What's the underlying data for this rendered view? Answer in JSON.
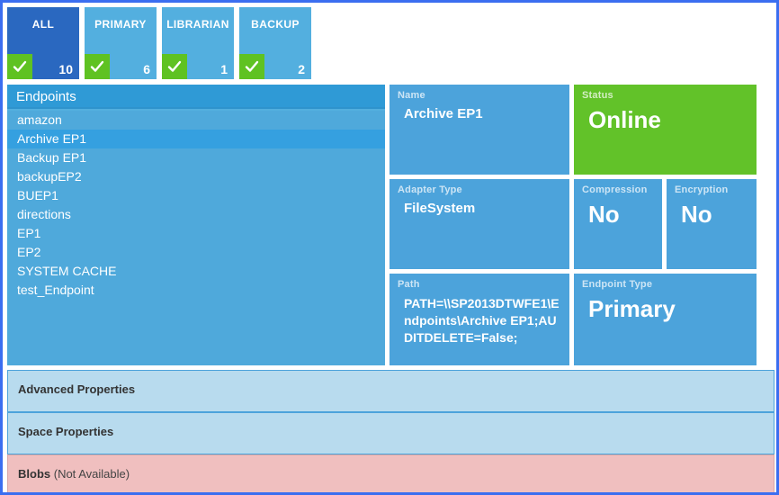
{
  "filter_tabs": [
    {
      "label": "ALL",
      "count": "10",
      "active": true,
      "check_icon": "check-icon"
    },
    {
      "label": "PRIMARY",
      "count": "6",
      "active": false,
      "check_icon": "check-icon"
    },
    {
      "label": "LIBRARIAN",
      "count": "1",
      "active": false,
      "check_icon": "check-icon"
    },
    {
      "label": "BACKUP",
      "count": "2",
      "active": false,
      "check_icon": "check-icon"
    }
  ],
  "endpoints_panel": {
    "header": "Endpoints",
    "selected": "Archive EP1",
    "items": [
      "amazon",
      "Archive EP1",
      "Backup EP1",
      "backupEP2",
      "BUEP1",
      "directions",
      "EP1",
      "EP2",
      "SYSTEM CACHE",
      "test_Endpoint"
    ]
  },
  "details": {
    "name": {
      "label": "Name",
      "value": "Archive EP1"
    },
    "status": {
      "label": "Status",
      "value": "Online"
    },
    "adapter_type": {
      "label": "Adapter Type",
      "value": "FileSystem"
    },
    "compression": {
      "label": "Compression",
      "value": "No"
    },
    "encryption": {
      "label": "Encryption",
      "value": "No"
    },
    "path": {
      "label": "Path",
      "value": "PATH=\\\\SP2013DTWFE1\\Endpoints\\Archive EP1;AUDITDELETE=False;"
    },
    "endpoint_type": {
      "label": "Endpoint Type",
      "value": "Primary"
    }
  },
  "sections": {
    "advanced": {
      "title": "Advanced Properties"
    },
    "space": {
      "title": "Space Properties"
    },
    "blobs": {
      "title": "Blobs",
      "subtitle": " (Not Available)"
    }
  },
  "colors": {
    "accent_blue": "#4ca3db",
    "tab_blue": "#53afdf",
    "tab_active_blue": "#2a68c0",
    "status_green": "#62c229",
    "check_green": "#5fc222",
    "header_blue": "#2f9ad6",
    "selected_row": "#35a0e0",
    "section_blue": "#b8dbee",
    "section_pink": "#f0bfbf",
    "window_border": "#3b6ef0"
  }
}
